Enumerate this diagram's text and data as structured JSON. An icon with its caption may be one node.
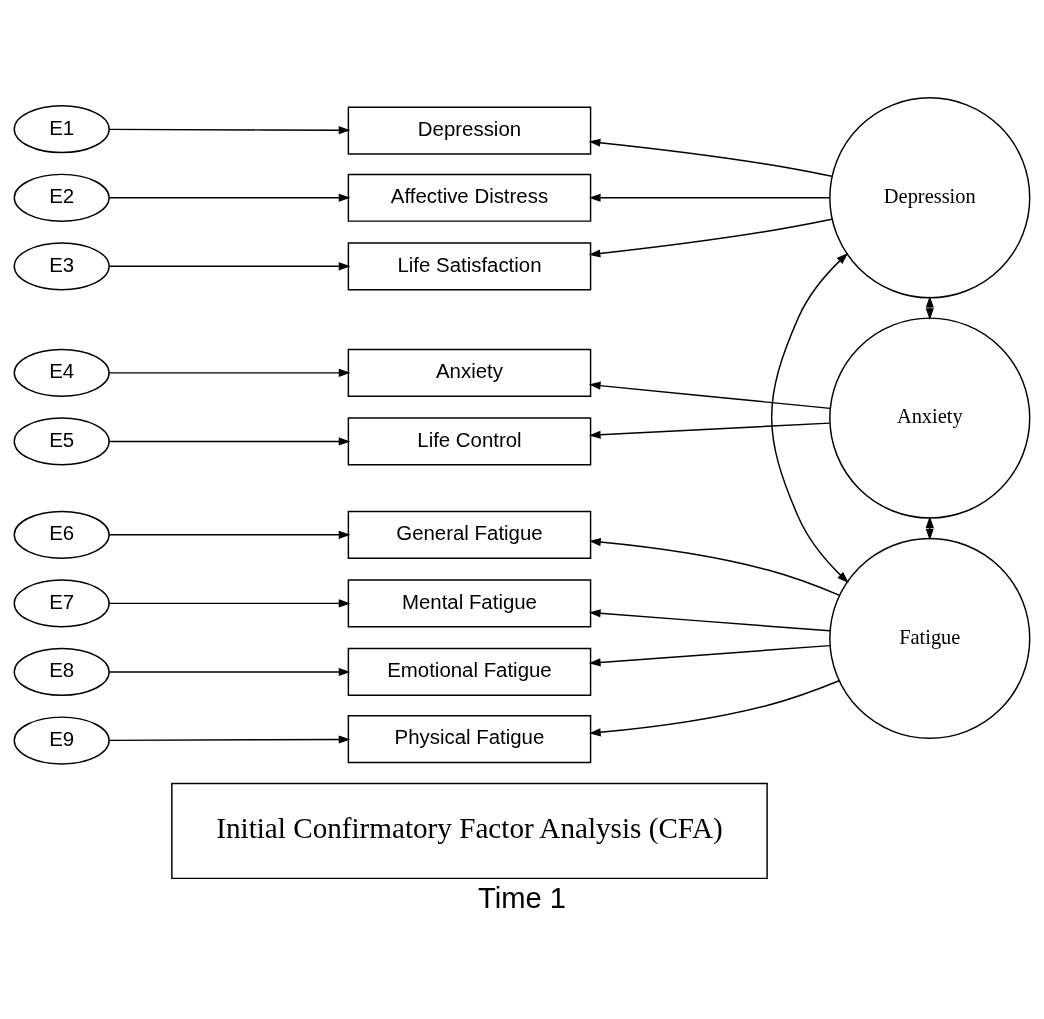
{
  "diagram": {
    "caption": "Time 1",
    "nodes": [
      {
        "text": [
          "Initial Confirmatory Factor Analysis (CFA)"
        ]
      },
      {
        "text": [
          "E1"
        ]
      },
      {
        "text": [
          "E2"
        ]
      },
      {
        "text": [
          "E3"
        ]
      },
      {
        "text": [
          "E4"
        ]
      },
      {
        "text": [
          "E5"
        ]
      },
      {
        "text": [
          "E6"
        ]
      },
      {
        "text": [
          "E7"
        ]
      },
      {
        "text": [
          "E8"
        ]
      },
      {
        "text": [
          "E9"
        ]
      },
      {
        "text": [
          "Depression"
        ]
      },
      {
        "text": [
          "Affective Distress"
        ]
      },
      {
        "text": [
          "Life Satisfaction"
        ]
      },
      {
        "text": [
          "Anxiety"
        ]
      },
      {
        "text": [
          "Life Control"
        ]
      },
      {
        "text": [
          "General Fatigue"
        ]
      },
      {
        "text": [
          "Mental Fatigue"
        ]
      },
      {
        "text": [
          "Emotional Fatigue"
        ]
      },
      {
        "text": [
          "Physical Fatigue"
        ]
      },
      {
        "text": [
          "Depression"
        ]
      },
      {
        "text": [
          "Anxiety"
        ]
      },
      {
        "text": [
          "Fatigue"
        ]
      }
    ],
    "edges": [
      {
        "from": 1,
        "to": 10,
        "arrow": "to"
      },
      {
        "from": 2,
        "to": 11,
        "arrow": "to"
      },
      {
        "from": 3,
        "to": 12,
        "arrow": "to"
      },
      {
        "from": 4,
        "to": 13,
        "arrow": "to"
      },
      {
        "from": 5,
        "to": 14,
        "arrow": "to"
      },
      {
        "from": 6,
        "to": 15,
        "arrow": "to"
      },
      {
        "from": 7,
        "to": 16,
        "arrow": "to"
      },
      {
        "from": 8,
        "to": 17,
        "arrow": "to"
      },
      {
        "from": 9,
        "to": 18,
        "arrow": "to"
      },
      {
        "from": 19,
        "to": 10,
        "arrow": "to"
      },
      {
        "from": 19,
        "to": 11,
        "arrow": "to"
      },
      {
        "from": 19,
        "to": 12,
        "arrow": "to"
      },
      {
        "from": 20,
        "to": 13,
        "arrow": "to"
      },
      {
        "from": 20,
        "to": 14,
        "arrow": "to"
      },
      {
        "from": 21,
        "to": 15,
        "arrow": "to"
      },
      {
        "from": 21,
        "to": 16,
        "arrow": "to"
      },
      {
        "from": 21,
        "to": 17,
        "arrow": "to"
      },
      {
        "from": 21,
        "to": 18,
        "arrow": "to"
      },
      {
        "from": 19,
        "to": 20,
        "arrow": "both"
      },
      {
        "from": 20,
        "to": 21,
        "arrow": "both"
      },
      {
        "from": 19,
        "to": 21,
        "arrow": "both"
      }
    ]
  }
}
